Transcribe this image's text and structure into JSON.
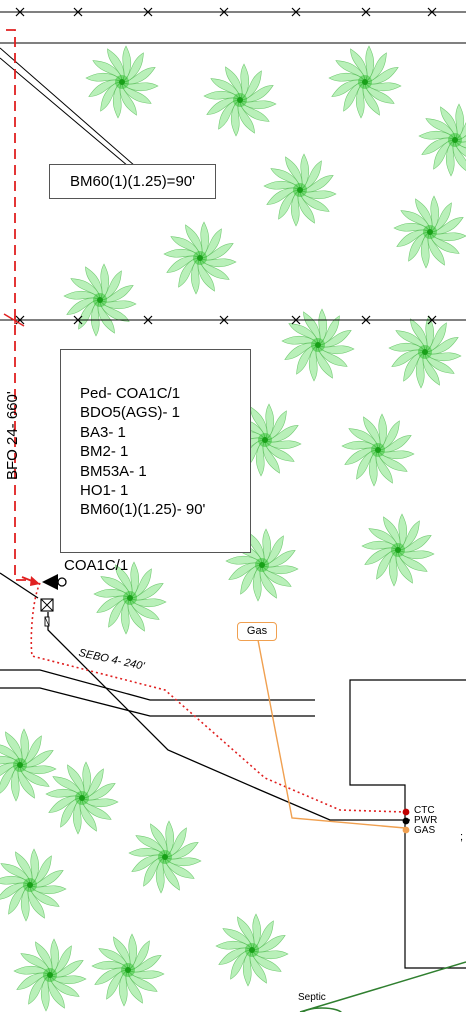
{
  "labels": {
    "bm_callout": "BM60(1)(1.25)=90'",
    "ped_lines": [
      "Ped- COA1C/1",
      "BDO5(AGS)- 1",
      "BA3- 1",
      "BM2- 1",
      "BM53A- 1",
      "HO1- 1",
      "BM60(1)(1.25)- 90'"
    ],
    "coa": "COA1C/1",
    "sebo": "SEBO 4- 240'",
    "bfo": "BFO 24- 660'",
    "gas_tag": "Gas",
    "ctc": "CTC",
    "pwr": "PWR",
    "gas": "GAS",
    "septic": "Septic"
  },
  "colors": {
    "tree": "#7fe37f",
    "tree_center": "#1fb81f",
    "bfo_line": "#e02020",
    "sebo_line": "#e02020",
    "gas_line": "#f0a050",
    "ctc_dot": "#c00000",
    "pwr_dot": "#000000",
    "gas_dot": "#f0a050",
    "septic_line": "#2f7f2f"
  },
  "icons": {
    "fence_marker": "x-mark",
    "tree": "tree-symbol",
    "pedestal": "pedestal-box-icon",
    "arrow": "red-arrow-icon",
    "coa": "coa-triangle-icon"
  }
}
